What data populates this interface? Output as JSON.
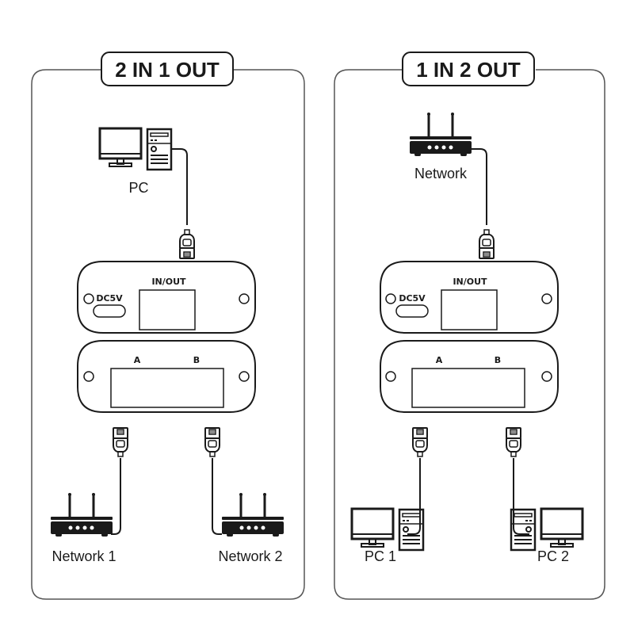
{
  "colors": {
    "stroke": "#1a1a1a",
    "panel_border": "#555555",
    "background": "#ffffff"
  },
  "panels": [
    {
      "title": "2 IN 1 OUT",
      "top_device": {
        "type": "pc",
        "label": "PC"
      },
      "front_panel": {
        "power_label": "DC5V",
        "port_label": "IN/OUT"
      },
      "back_panel": {
        "port_a_label": "A",
        "port_b_label": "B"
      },
      "bottom_devices": [
        {
          "type": "router",
          "label": "Network 1"
        },
        {
          "type": "router",
          "label": "Network 2"
        }
      ]
    },
    {
      "title": "1 IN 2 OUT",
      "top_device": {
        "type": "router",
        "label": "Network"
      },
      "front_panel": {
        "power_label": "DC5V",
        "port_label": "IN/OUT"
      },
      "back_panel": {
        "port_a_label": "A",
        "port_b_label": "B"
      },
      "bottom_devices": [
        {
          "type": "pc",
          "label": "PC 1"
        },
        {
          "type": "pc",
          "label": "PC 2"
        }
      ]
    }
  ]
}
